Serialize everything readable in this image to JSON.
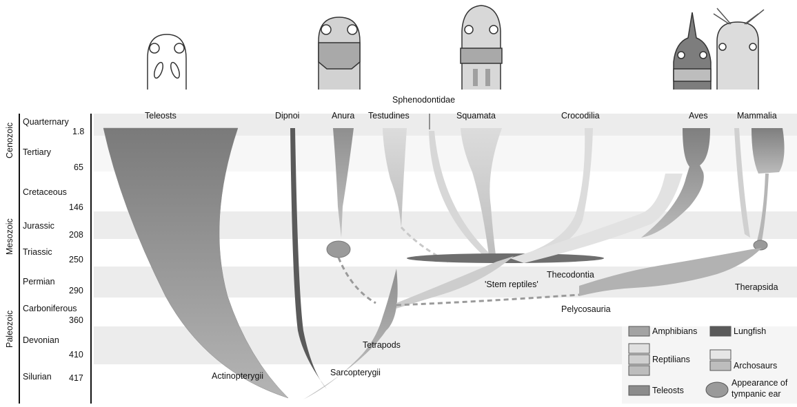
{
  "eras": [
    {
      "name": "Cenozoic"
    },
    {
      "name": "Mesozoic"
    },
    {
      "name": "Paleozoic"
    }
  ],
  "periods": [
    {
      "name": "Quarternary",
      "age": "1.8"
    },
    {
      "name": "Tertiary",
      "age": "65"
    },
    {
      "name": "Cretaceous",
      "age": "146"
    },
    {
      "name": "Jurassic",
      "age": "208"
    },
    {
      "name": "Triassic",
      "age": "250"
    },
    {
      "name": "Permian",
      "age": "290"
    },
    {
      "name": "Carboniferous",
      "age": "360"
    },
    {
      "name": "Devonian",
      "age": "410"
    },
    {
      "name": "Silurian",
      "age": "417"
    }
  ],
  "taxa_top": {
    "teleosts": "Teleosts",
    "dipnoi": "Dipnoi",
    "anura": "Anura",
    "testudines": "Testudines",
    "sphenodontidae": "Sphenodontidae",
    "squamata": "Squamata",
    "crocodilia": "Crocodilia",
    "aves": "Aves",
    "mammalia": "Mammalia"
  },
  "inner_labels": {
    "thecodontia": "Thecodontia",
    "stem_reptiles": "'Stem reptiles'",
    "therapsida": "Therapsida",
    "pelycosauria": "Pelycosauria",
    "tetrapods": "Tetrapods",
    "actinopterygii": "Actinopterygii",
    "sarcopterygii": "Sarcopterygii"
  },
  "legend": {
    "amphibians": "Amphibians",
    "lungfish": "Lungfish",
    "reptilians": "Reptilians",
    "archosaurs": "Archosaurs",
    "teleosts": "Teleosts",
    "tympanic_line1": "Appearance of",
    "tympanic_line2": "tympanic ear"
  },
  "colors": {
    "band": "#ececec",
    "teleost": "#8c8c8c",
    "lungfish": "#5a5a5a",
    "amphibian": "#a3a3a3",
    "reptilian": "#cfcfcf",
    "archosaur": "#bdbdbd",
    "ear": "#9a9a9a"
  }
}
